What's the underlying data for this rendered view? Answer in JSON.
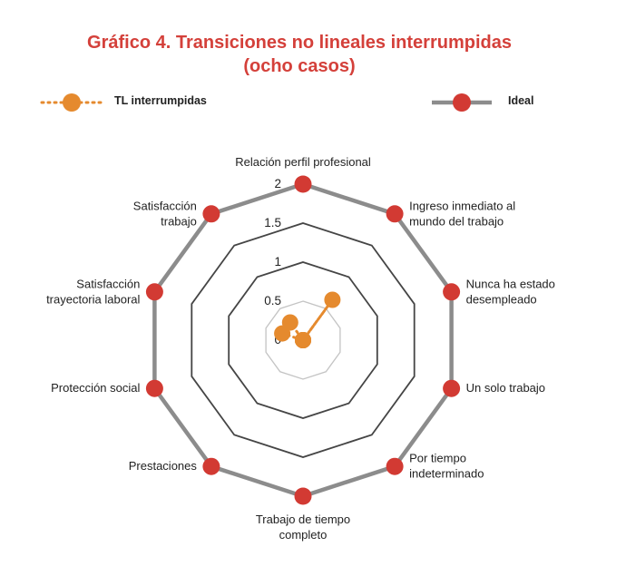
{
  "chart_data": {
    "type": "radar",
    "title": [
      "Gráfico 4. Transiciones no lineales interrumpidas",
      "(ocho casos)"
    ],
    "axes": [
      {
        "label": [
          "Relación perfil profesional"
        ],
        "anchor": "middle"
      },
      {
        "label": [
          "Ingreso inmediato al",
          "mundo del trabajo"
        ],
        "anchor": "start"
      },
      {
        "label": [
          "Nunca ha estado",
          "desempleado"
        ],
        "anchor": "start"
      },
      {
        "label": [
          "Un solo trabajo"
        ],
        "anchor": "start"
      },
      {
        "label": [
          "Por tiempo",
          "indeterminado"
        ],
        "anchor": "start"
      },
      {
        "label": [
          "Trabajo de tiempo",
          "completo"
        ],
        "anchor": "middle"
      },
      {
        "label": [
          "Prestaciones"
        ],
        "anchor": "end"
      },
      {
        "label": [
          "Protección social"
        ],
        "anchor": "end"
      },
      {
        "label": [
          "Satisfacción",
          "trayectoria laboral"
        ],
        "anchor": "end"
      },
      {
        "label": [
          "Satisfacción",
          "trabajo"
        ],
        "anchor": "end"
      }
    ],
    "ticks": [
      "0",
      "0.5",
      "1",
      "1.5",
      "2"
    ],
    "tick_values": [
      0,
      0.5,
      1,
      1.5,
      2
    ],
    "rmin": 0,
    "rmax": 2,
    "series": [
      {
        "name": "TL interrumpidas",
        "color": "#e58a2e",
        "style": "dotted",
        "values": [
          0,
          0.64,
          0,
          0,
          0,
          0,
          0,
          0,
          0.28,
          0.28
        ]
      },
      {
        "name": "Ideal",
        "color": "#8c8c8c",
        "marker_color": "#d23a33",
        "style": "solid",
        "values": [
          2,
          2,
          2,
          2,
          2,
          2,
          2,
          2,
          2,
          2
        ]
      }
    ],
    "grid": "polygon"
  }
}
